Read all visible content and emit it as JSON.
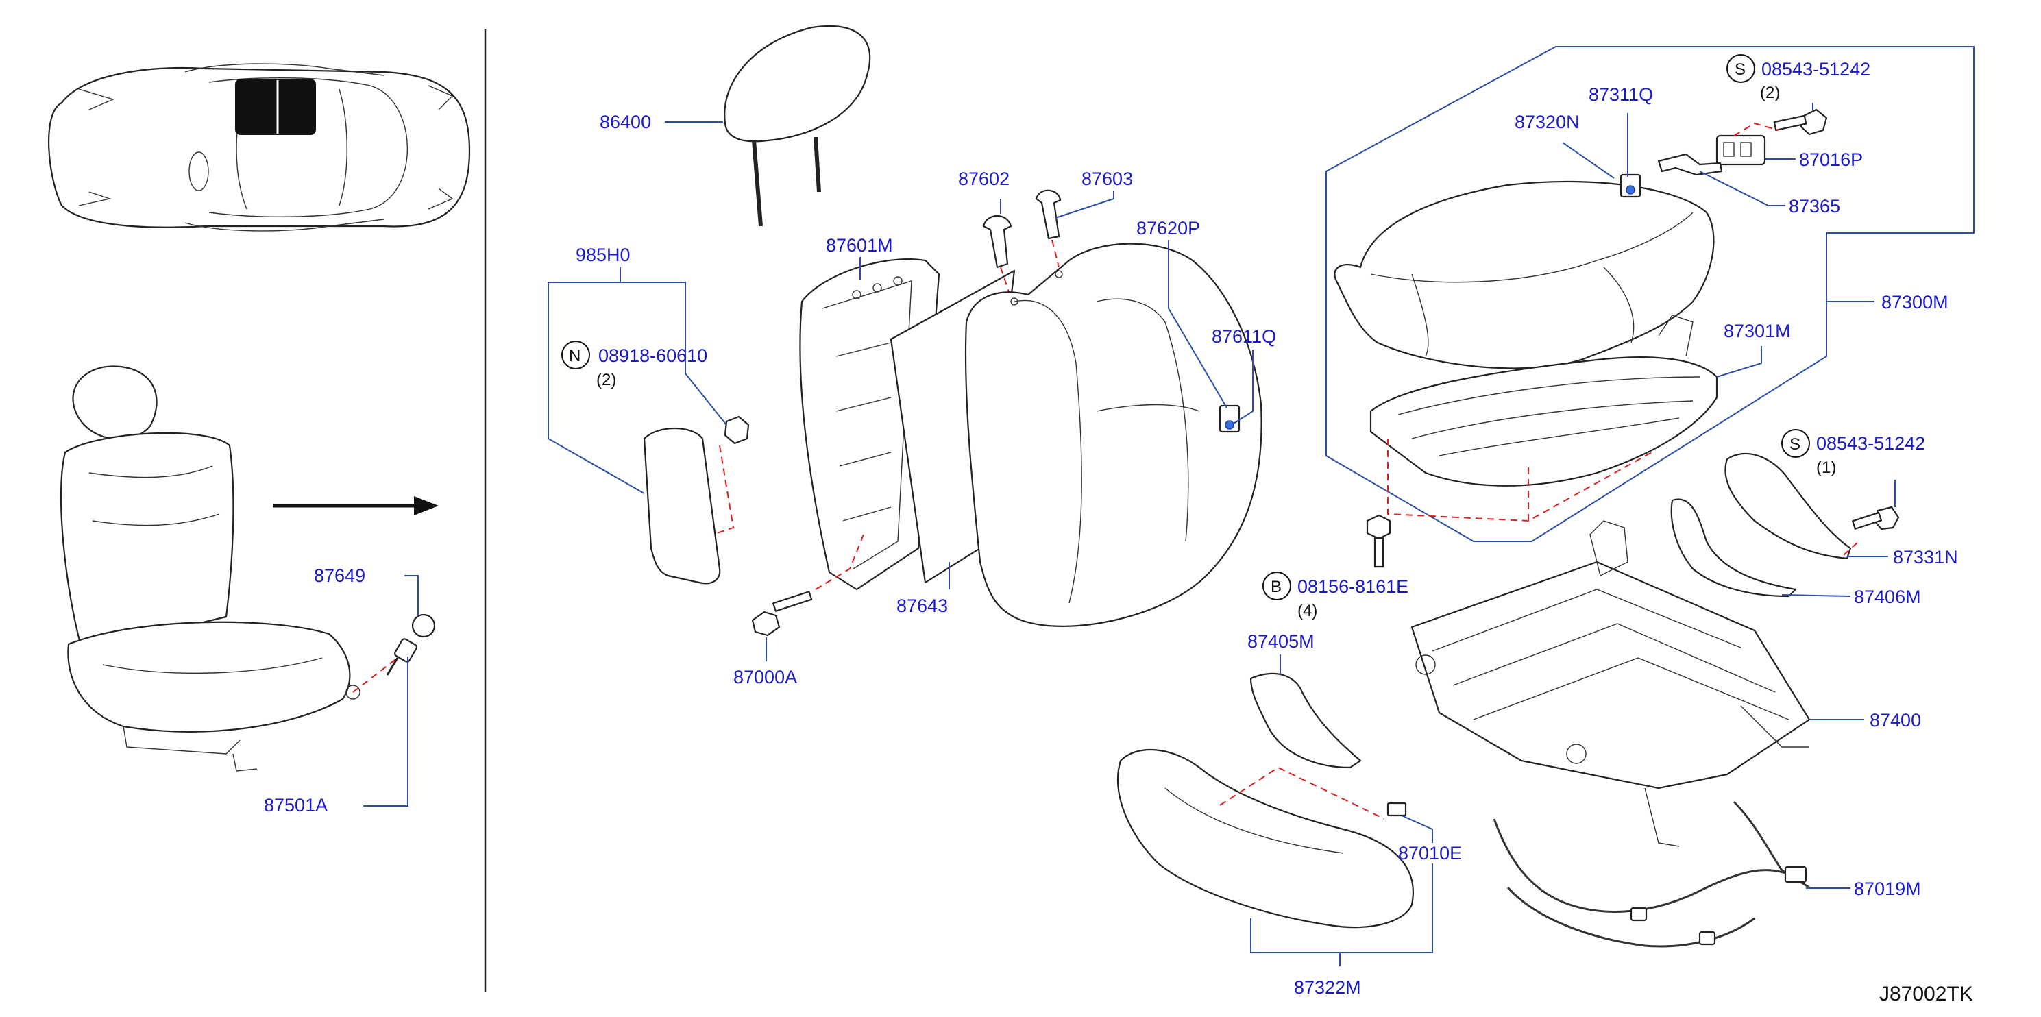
{
  "diagram_code": "J87002TK",
  "labels": {
    "p86400": "86400",
    "p985H0": "985H0",
    "p08918": "08918-60610",
    "q08918": "(2)",
    "sym_N": "N",
    "p87601M": "87601M",
    "p87602": "87602",
    "p87603": "87603",
    "p87620P": "87620P",
    "p87611Q": "87611Q",
    "p87643": "87643",
    "p87000A": "87000A",
    "p87649": "87649",
    "p87501A": "87501A",
    "p87320N": "87320N",
    "p87311Q": "87311Q",
    "p08543a": "08543-51242",
    "q08543a": "(2)",
    "sym_S1": "S",
    "p87016P": "87016P",
    "p87365": "87365",
    "p87301M": "87301M",
    "p87300M": "87300M",
    "p08543b": "08543-51242",
    "q08543b": "(1)",
    "sym_S2": "S",
    "p87331N": "87331N",
    "p87406M": "87406M",
    "p08156": "08156-8161E",
    "q08156": "(4)",
    "sym_B": "B",
    "p87405M": "87405M",
    "p87400": "87400",
    "p87010E": "87010E",
    "p87019M": "87019M",
    "p87322M": "87322M"
  },
  "colors": {
    "part_number_text": "#1a1acc",
    "leader_line": "#2b4fa8",
    "dashed_guide": "#e02020",
    "highlight_marker": "#3b6fe0"
  },
  "icons": {
    "car_top_view": "car-top-view-icon",
    "seat_location": "seat-location-marker",
    "direction_arrow": "right-arrow-icon"
  }
}
